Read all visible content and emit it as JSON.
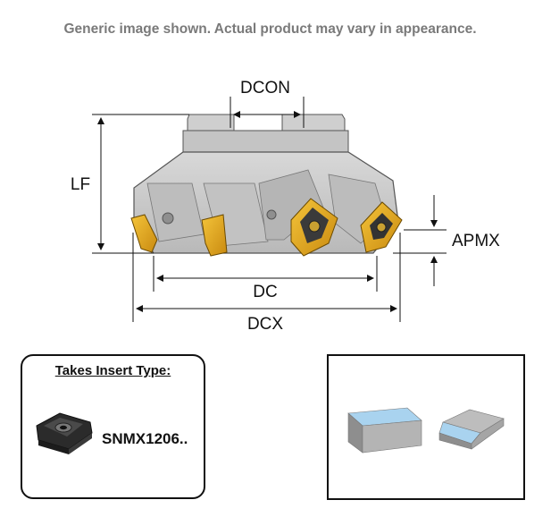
{
  "header": {
    "disclaimer": "Generic image shown. Actual product may vary in appearance."
  },
  "dimensions": {
    "dcon": "DCON",
    "lf": "LF",
    "apmx": "APMX",
    "dc": "DC",
    "dcx": "DCX"
  },
  "insert_panel": {
    "title": "Takes Insert Type:",
    "code": "SNMX1206.."
  },
  "colors": {
    "body_gray": "#c9c9c9",
    "insert_gold": "#e3a81c",
    "insert_dark": "#2b2b2b",
    "edge_blue": "#a9d3ef"
  },
  "icons": {
    "insert_image": "square-insert-icon",
    "edge_prep": "insert-edge-block-icon"
  }
}
